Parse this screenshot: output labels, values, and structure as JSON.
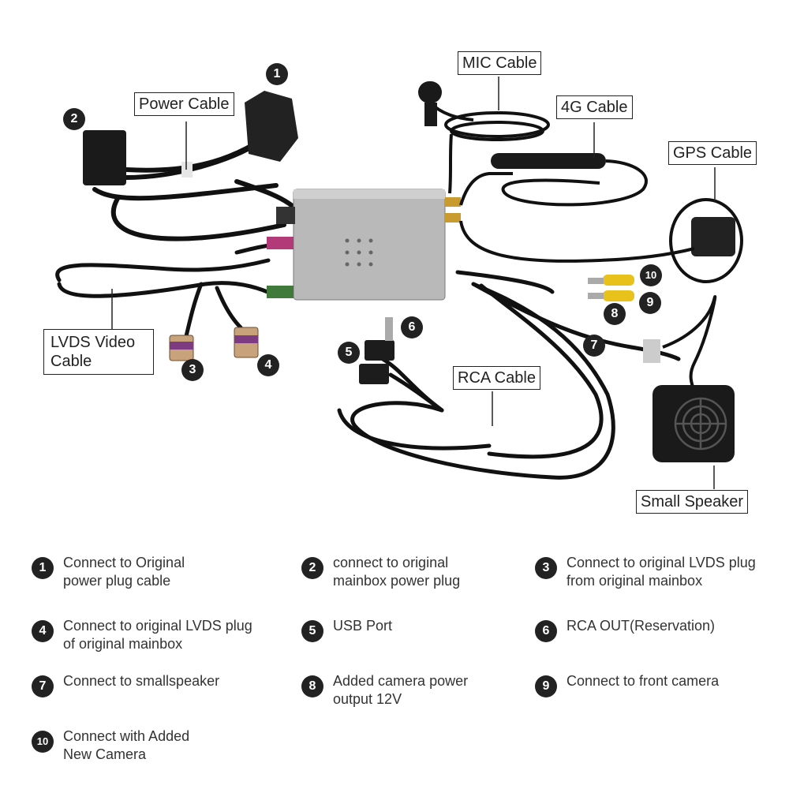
{
  "callouts": {
    "power": "Power Cable",
    "mic": "MIC Cable",
    "fourg": "4G Cable",
    "gps": "GPS Cable",
    "lvds": "LVDS Video Cable",
    "rca": "RCA Cable",
    "speaker": "Small Speaker"
  },
  "badges": [
    "1",
    "2",
    "3",
    "4",
    "5",
    "6",
    "7",
    "8",
    "9",
    "10"
  ],
  "legend": [
    {
      "num": "1",
      "text": "Connect to Original power plug cable"
    },
    {
      "num": "2",
      "text": "connect to original mainbox power plug"
    },
    {
      "num": "3",
      "text": "Connect to original LVDS plug from original mainbox"
    },
    {
      "num": "4",
      "text": "Connect to original LVDS plug of original mainbox"
    },
    {
      "num": "5",
      "text": "USB Port"
    },
    {
      "num": "6",
      "text": "RCA OUT(Reservation)"
    },
    {
      "num": "7",
      "text": "Connect to smallspeaker"
    },
    {
      "num": "8",
      "text": "Added camera power output 12V"
    },
    {
      "num": "9",
      "text": "Connect to front camera"
    },
    {
      "num": "10",
      "text": "Connect with Added New Camera"
    }
  ],
  "colors": {
    "cable": "#111111",
    "box": "#b9b9b9",
    "badge": "#222222",
    "rca_yellow": "#e8c21a",
    "fakra_purple": "#7d3b82",
    "fakra_green": "#3f7a3a",
    "fakra_pink": "#b33a78"
  }
}
